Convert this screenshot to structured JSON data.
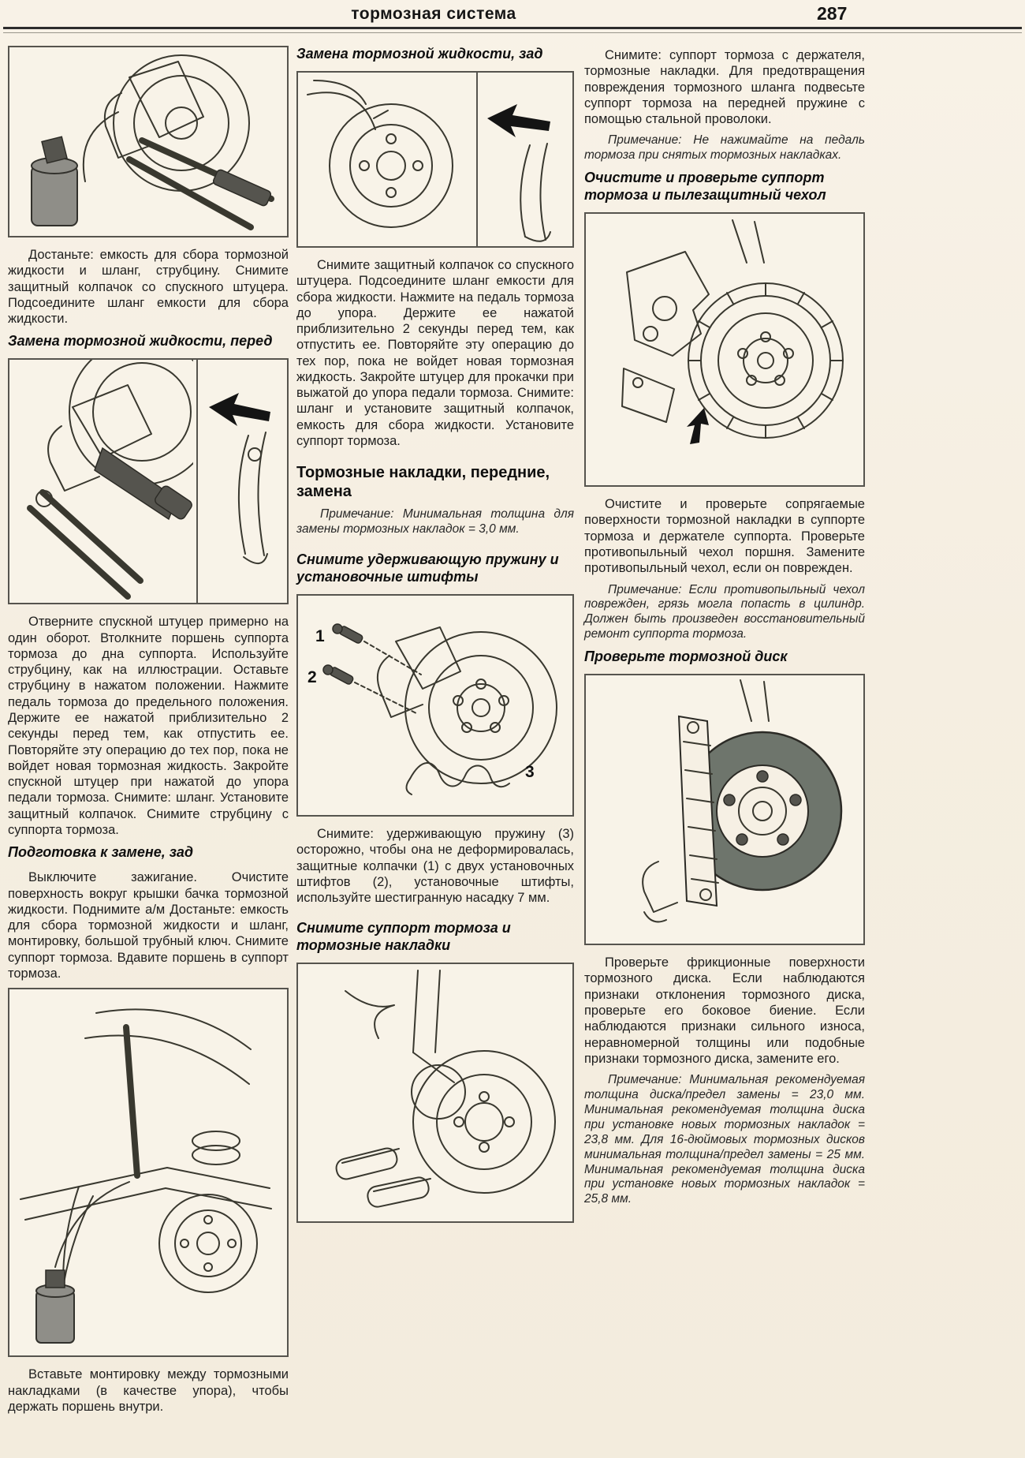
{
  "header": {
    "title": "тормозная система",
    "page_number": "287"
  },
  "colors": {
    "page_bg": "#f5eee1",
    "text": "#1e1e1e",
    "rule": "#2d2d2d",
    "disc_fill": "#6e756c"
  },
  "left": {
    "para1": "Достаньте: емкость для сбора тормозной жидкости и шланг, струбцину. Снимите защитный колпачок со спускного штуцера. Подсоедините шланг емкости для сбора жидкости.",
    "heading1": "Замена тормозной жидкости, перед",
    "para2": "Отверните спускной штуцер примерно на один оборот. Втолкните поршень суппорта тормоза до дна суппорта. Используйте струбцину, как на иллюстрации. Оставьте струбцину в нажатом положении. Нажмите педаль тормоза до предельного положения. Держите ее нажатой приблизительно 2 секунды перед тем, как отпустить ее. Повторяйте эту операцию до тех пор, пока не войдет новая тормозная жидкость. Закройте спускной штуцер при нажатой до упора педали тормоза. Снимите: шланг. Установите защитный колпачок. Снимите струбцину с суппорта тормоза.",
    "heading2": "Подготовка к замене, зад",
    "para3": "Выключите зажигание. Очистите поверхность вокруг крышки бачка тормозной жидкости. Поднимите а/м Достаньте: емкость для сбора тормозной жидкости и шланг, монтировку, большой трубный ключ. Снимите суппорт тормоза. Вдавите поршень в суппорт тормоза.",
    "caption": "Вставьте монтировку между тормозными накладками (в качестве упора), чтобы держать поршень внутри."
  },
  "middle": {
    "heading1": "Замена тормозной жидкости, зад",
    "para1": "Снимите защитный колпачок со спускного штуцера. Подсоедините шланг емкости для сбора жидкости. Нажмите на педаль тормоза до упора. Держите ее нажатой приблизительно 2 секунды перед тем, как отпустить ее. Повторяйте эту операцию до тех пор, пока не войдет новая тормозная жидкость. Закройте штуцер для прокачки при выжатой до упора педали тормоза. Снимите: шланг и установите защитный колпачок, емкость для сбора жидкости. Установите суппорт тормоза.",
    "heading2": "Тормозные накладки, передние, замена",
    "note1": "Примечание: Минимальная толщина для замены тормозных накладок = 3,0 мм.",
    "heading3": "Снимите удерживающую пружину и установочные штифты",
    "fig_label_1": "1",
    "fig_label_2": "2",
    "fig_label_3": "3",
    "para2": "Снимите: удерживающую пружину (3) осторожно, чтобы она не деформировалась, защитные колпачки (1) с двух установочных штифтов (2), установочные штифты, используйте шестигранную насадку 7 мм.",
    "heading4": "Снимите суппорт тормоза и тормозные накладки"
  },
  "right": {
    "para1": "Снимите: суппорт тормоза с держателя, тормозные накладки. Для предотвращения повреждения тормозного шланга подвесьте суппорт тормоза на передней пружине с помощью стальной проволоки.",
    "note1": "Примечание: Не нажимайте на педаль тормоза при снятых тормозных накладках.",
    "heading1": "Очистите и проверьте суппорт тормоза и пылезащитный чехол",
    "para2": "Очистите и проверьте сопрягаемые поверхности тормозной накладки в суппорте тормоза и держателе суппорта. Проверьте противопыльный чехол поршня. Замените противопыльный чехол, если он поврежден.",
    "note2": "Примечание: Если противопыльный чехол поврежден, грязь могла попасть в цилиндр. Должен быть произведен восстановительный ремонт суппорта тормоза.",
    "heading2": "Проверьте тормозной диск",
    "para3": "Проверьте фрикционные поверхности тормозного диска. Если наблюдаются признаки отклонения тормозного диска, проверьте его боковое биение. Если наблюдаются признаки сильного износа, неравномерной толщины или подобные признаки тормозного диска, замените его.",
    "note3": "Примечание: Минимальная рекомендуемая толщина диска/предел замены = 23,0 мм. Минимальная рекомендуемая толщина диска при установке новых тормозных накладок = 23,8 мм. Для 16-дюймовых тормозных дисков минимальная толщина/предел замены = 25 мм. Минимальная рекомендуемая толщина диска при установке новых тормозных накладок = 25,8 мм."
  }
}
